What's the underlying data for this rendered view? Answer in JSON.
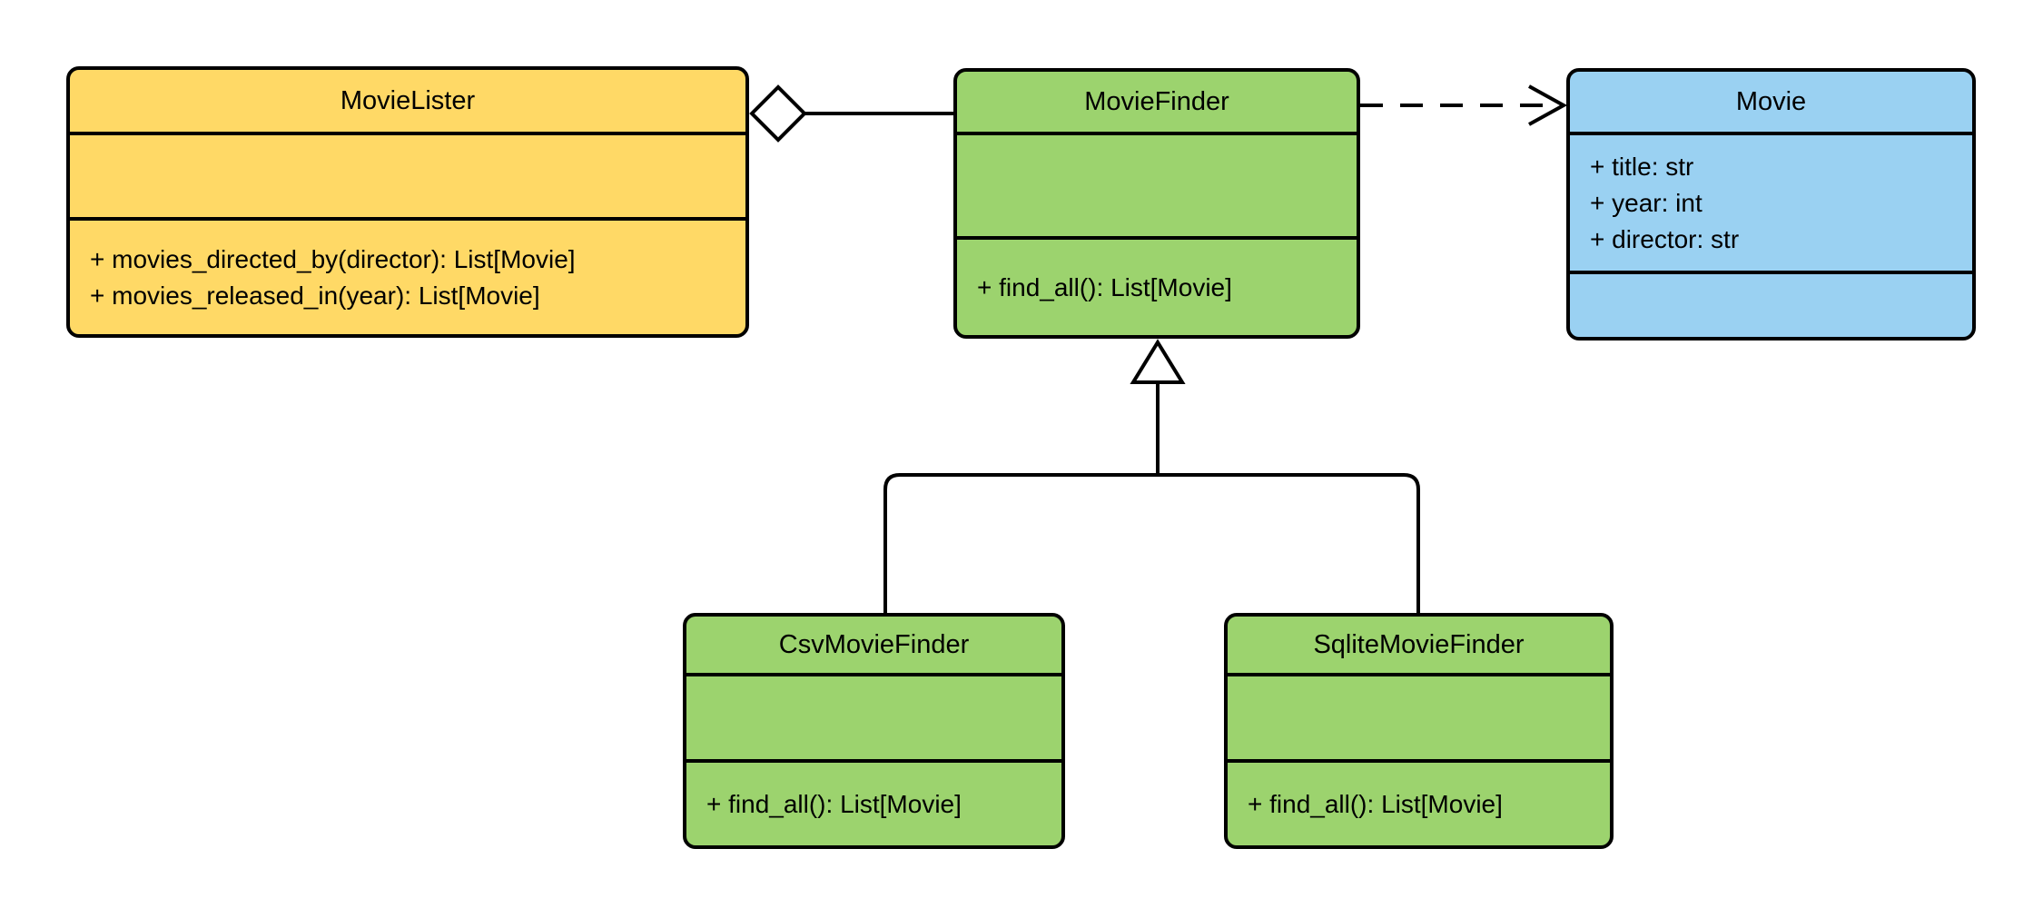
{
  "diagram": {
    "type": "uml-class-diagram",
    "background": "#ffffff"
  },
  "colors": {
    "yellow": "#FFD966",
    "green": "#9CD36E",
    "blue": "#9AD1F2",
    "stroke": "#000000",
    "shape_fill": "#ffffff"
  },
  "classes": {
    "movie_lister": {
      "name": "MovieLister",
      "attributes": [],
      "methods": [
        "+ movies_directed_by(director): List[Movie]",
        "+ movies_released_in(year): List[Movie]"
      ]
    },
    "movie_finder": {
      "name": "MovieFinder",
      "attributes": [],
      "methods": [
        "+ find_all(): List[Movie]"
      ]
    },
    "movie": {
      "name": "Movie",
      "attributes": [
        "+ title: str",
        "+ year: int",
        "+ director: str"
      ],
      "methods": []
    },
    "csv_movie_finder": {
      "name": "CsvMovieFinder",
      "attributes": [],
      "methods": [
        "+ find_all(): List[Movie]"
      ]
    },
    "sqlite_movie_finder": {
      "name": "SqliteMovieFinder",
      "attributes": [],
      "methods": [
        "+ find_all(): List[Movie]"
      ]
    }
  },
  "relationships": [
    {
      "type": "aggregation",
      "from": "MovieLister",
      "to": "MovieFinder"
    },
    {
      "type": "dependency",
      "from": "MovieFinder",
      "to": "Movie"
    },
    {
      "type": "generalization",
      "from": "CsvMovieFinder",
      "to": "MovieFinder"
    },
    {
      "type": "generalization",
      "from": "SqliteMovieFinder",
      "to": "MovieFinder"
    }
  ]
}
